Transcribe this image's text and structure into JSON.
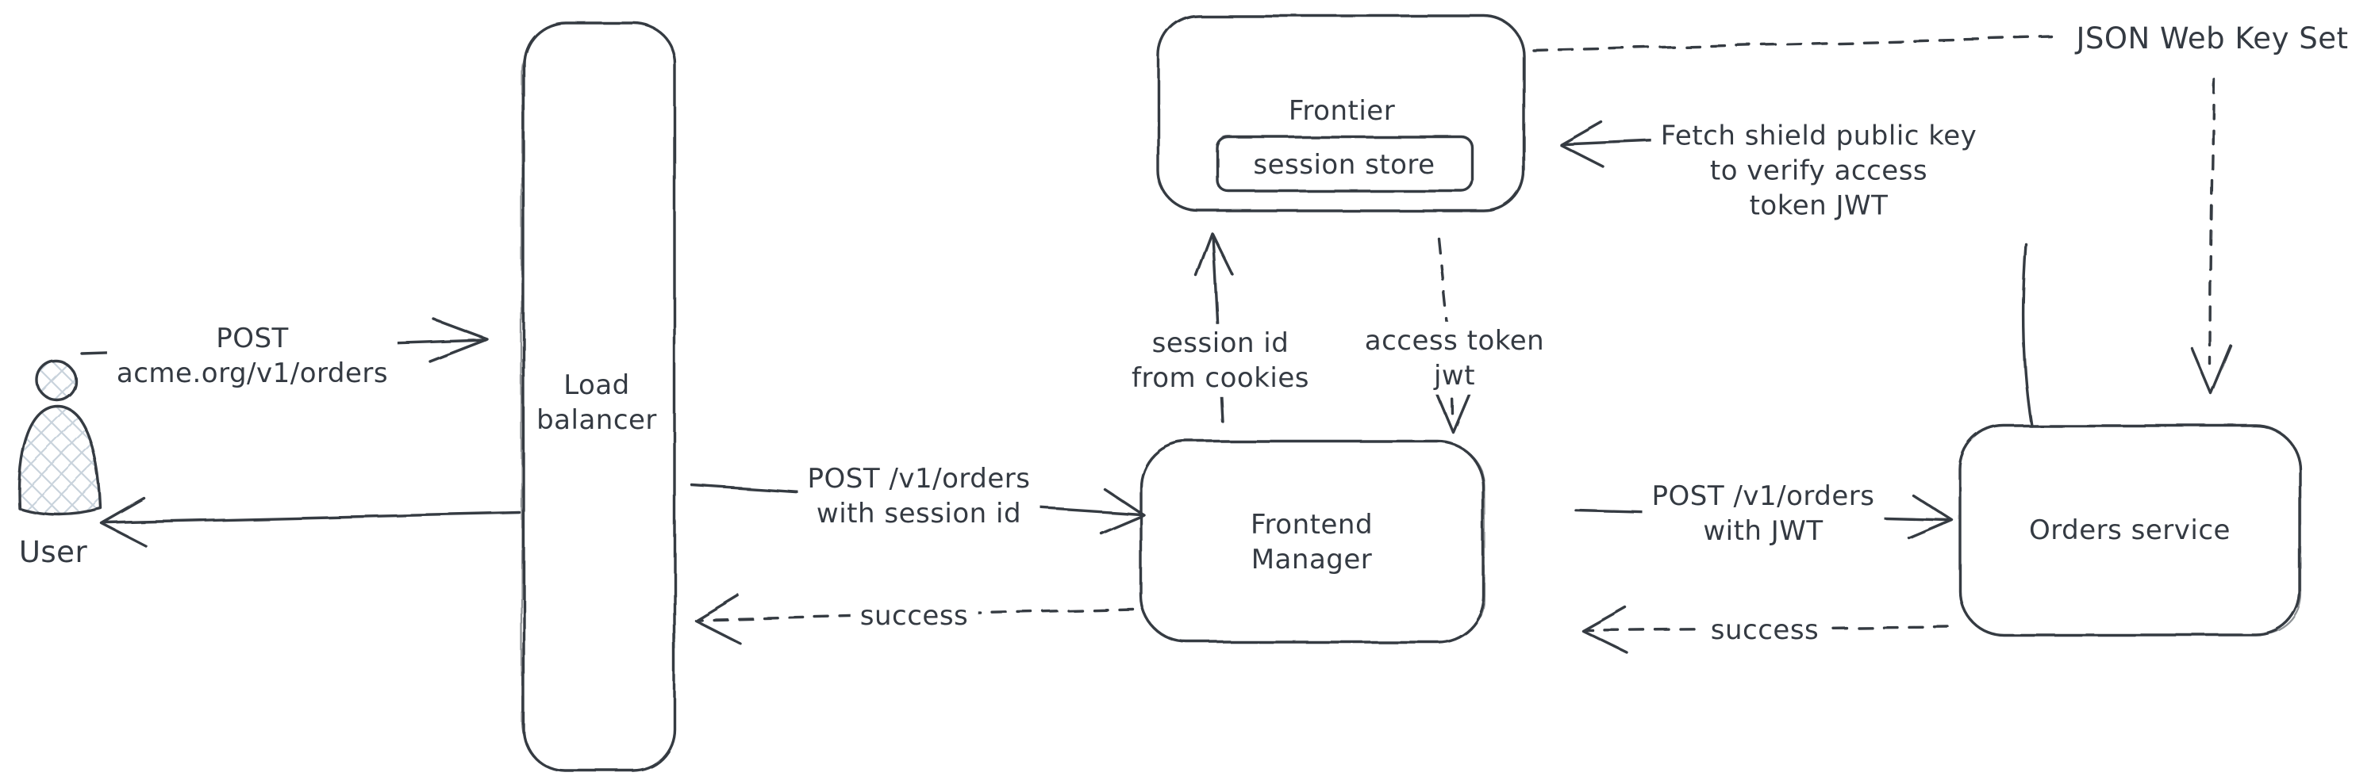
{
  "nodes": {
    "user": {
      "label": "User"
    },
    "load_balancer": {
      "label_line1": "Load",
      "label_line2": "balancer"
    },
    "frontier": {
      "label": "Frontier"
    },
    "session_store": {
      "label": "session store"
    },
    "frontend_manager": {
      "label_line1": "Frontend",
      "label_line2": "Manager"
    },
    "orders_service": {
      "label": "Orders service"
    },
    "jwks": {
      "label": "JSON Web Key Set"
    }
  },
  "edges": {
    "user_to_lb": {
      "style": "solid",
      "label_line1": "POST",
      "label_line2": "acme.org/v1/orders"
    },
    "lb_to_user": {
      "style": "solid",
      "label": ""
    },
    "lb_to_fm": {
      "style": "solid",
      "label_line1": "POST /v1/orders",
      "label_line2": "with session id"
    },
    "fm_to_lb": {
      "style": "dashed",
      "label": "success"
    },
    "fm_to_frontier": {
      "style": "solid",
      "label_line1": "session id",
      "label_line2": "from cookies"
    },
    "frontier_to_fm": {
      "style": "dashed",
      "label_line1": "access token",
      "label_line2": "jwt"
    },
    "fm_to_orders": {
      "style": "solid",
      "label_line1": "POST /v1/orders",
      "label_line2": "with JWT"
    },
    "orders_to_fm": {
      "style": "dashed",
      "label": "success"
    },
    "orders_to_frontier": {
      "style": "solid",
      "label_line1": "Fetch shield public key",
      "label_line2": "to verify access",
      "label_line3": "token JWT"
    },
    "frontier_to_jwks": {
      "style": "dashed"
    },
    "jwks_to_orders": {
      "style": "dashed"
    }
  },
  "colors": {
    "stroke": "#343a42",
    "text": "#343a42",
    "hatch_fill": "#c9d3dc",
    "background": "#ffffff"
  }
}
